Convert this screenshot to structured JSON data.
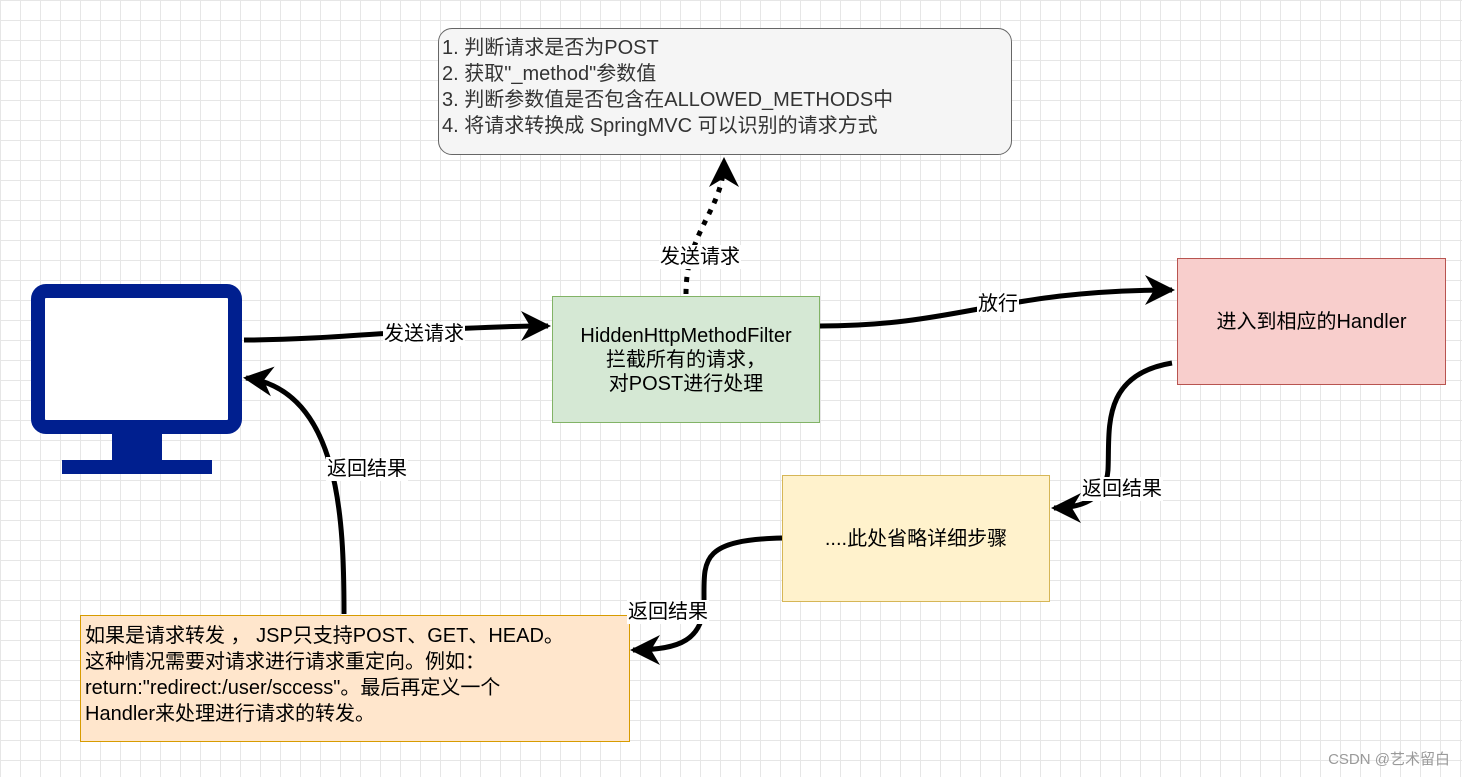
{
  "note": {
    "lines": [
      "1. 判断请求是否为POST",
      "2. 获取\"_method\"参数值",
      "3. 判断参数值是否包含在ALLOWED_METHODS中",
      "4. 将请求转换成 SpringMVC 可以识别的请求方式"
    ]
  },
  "filter": {
    "lines": [
      "HiddenHttpMethodFilter",
      "拦截所有的请求，",
      "对POST进行处理"
    ]
  },
  "handler": {
    "label": "进入到相应的Handler"
  },
  "steps": {
    "label": "....此处省略详细步骤"
  },
  "forward": {
    "lines": [
      "如果是请求转发 ， JSP只支持POST、GET、HEAD。",
      "这种情况需要对请求进行请求重定向。例如：",
      "return:\"redirect:/user/sccess\"。最后再定义一个",
      "Handler来处理进行请求的转发。"
    ]
  },
  "edges": {
    "send_to_filter": "发送请求",
    "send_up": "发送请求",
    "pass": "放行",
    "return_handler": "返回结果",
    "return_steps": "返回结果",
    "return_client": "返回结果"
  },
  "watermark": "CSDN @艺术留白",
  "colors": {
    "monitor": "#001f8f",
    "note_fill": "#f5f5f5",
    "filter_fill": "#d5e8d4",
    "handler_fill": "#f8cecc",
    "steps_fill": "#fff2cc",
    "forward_fill": "#ffe6cc"
  },
  "icons": {
    "client": "monitor-icon"
  }
}
